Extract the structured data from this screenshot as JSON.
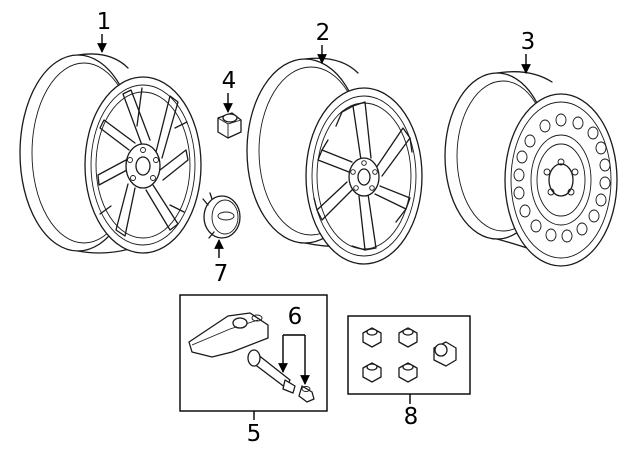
{
  "callouts": {
    "c1": "1",
    "c2": "2",
    "c3": "3",
    "c4": "4",
    "c5": "5",
    "c6": "6",
    "c7": "7",
    "c8": "8"
  },
  "parts": [
    {
      "callout": "1",
      "icon": "alloy-wheel-split-spoke-icon"
    },
    {
      "callout": "2",
      "icon": "alloy-wheel-y-spoke-icon"
    },
    {
      "callout": "3",
      "icon": "steel-spare-wheel-icon"
    },
    {
      "callout": "4",
      "icon": "lug-nut-icon"
    },
    {
      "callout": "5",
      "icon": "tpms-sensor-kit-icon"
    },
    {
      "callout": "6",
      "icon": "valve-stem-and-cap-icon"
    },
    {
      "callout": "7",
      "icon": "center-cap-icon"
    },
    {
      "callout": "8",
      "icon": "lug-nut-set-icon"
    }
  ],
  "colors": {
    "line": "#1a1a1a",
    "background": "#ffffff"
  }
}
